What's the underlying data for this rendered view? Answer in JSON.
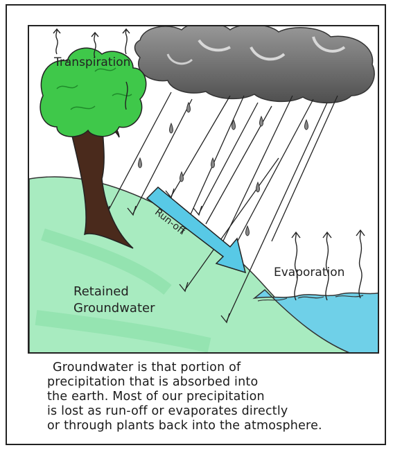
{
  "labels": {
    "transpiration": "Transpiration",
    "runoff": "Run-off",
    "evaporation": "Evaporation",
    "retained_line1": "Retained",
    "retained_line2": "Groundwater"
  },
  "caption": [
    "Groundwater is that portion of",
    "precipitation that is absorbed into",
    "the earth.  Most of our precipitation",
    "is lost as run-off or evaporates directly",
    "or through plants back into the atmosphere."
  ],
  "colors": {
    "ground": "#9fe8b8",
    "water": "#6fd0e8",
    "foliage": "#3fc84a",
    "trunk": "#4a2a1c",
    "cloud": "#6e6e6e",
    "arrow": "#58c9e6"
  },
  "icons": {
    "transpiration_arrows": "wavy-up-arrow",
    "evaporation_arrows": "wavy-up-arrow",
    "rain": "raindrop",
    "runoff": "downhill-arrow"
  }
}
